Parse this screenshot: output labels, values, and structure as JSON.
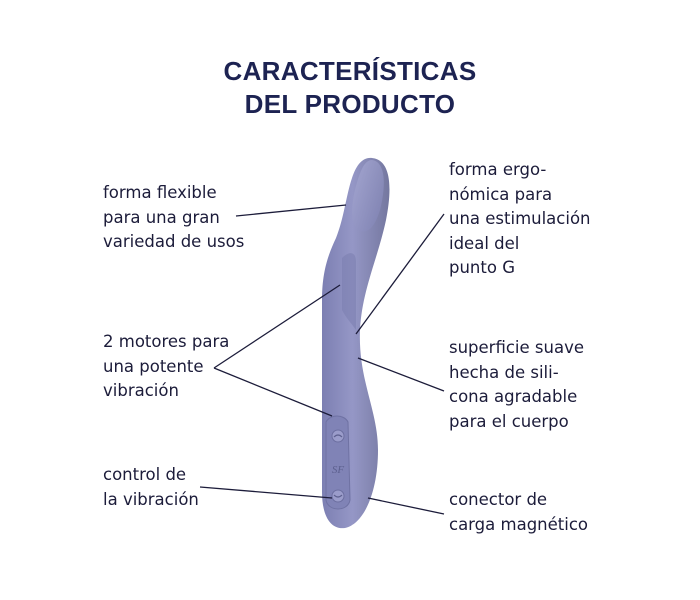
{
  "title": {
    "line1": "CARACTERÍSTICAS",
    "line2": "DEL PRODUCTO"
  },
  "features": {
    "flexible": "forma flexible\npara una gran\nvariedad de usos",
    "motors": "2 motores para\nuna potente\nvibración",
    "control": "control de\nla vibración",
    "ergonomic": "forma ergo-\nnómica para\nuna estimulación\nideal del\npunto G",
    "surface": "superficie suave\nhecha de sili-\ncona agradable\npara el cuerpo",
    "charger": "conector de\ncarga magnético"
  },
  "product": {
    "logo_mark": "SF",
    "body_color": "#8d8fbe",
    "highlight_color": "#aeb0d6",
    "shadow_color": "#6f72a3"
  },
  "colors": {
    "title": "#1d2352",
    "text": "#1c1c3a",
    "leader_lines": "#1c1c3a"
  }
}
